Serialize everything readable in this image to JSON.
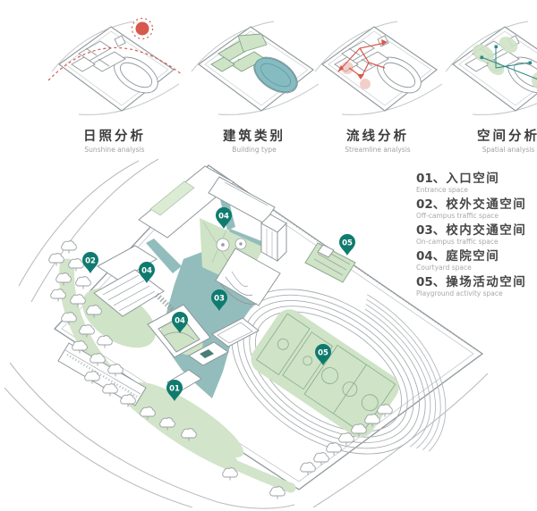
{
  "panels": [
    {
      "title_zh": "日照分析",
      "title_en": "Sunshine analysis"
    },
    {
      "title_zh": "建筑类别",
      "title_en": "Building type"
    },
    {
      "title_zh": "流线分析",
      "title_en": "Streamline analysis"
    },
    {
      "title_zh": "空间分析",
      "title_en": "Spatial analysis"
    }
  ],
  "legend": {
    "items": [
      {
        "num": "01、",
        "zh": "入口空间",
        "en": "Entrance space"
      },
      {
        "num": "02、",
        "zh": "校外交通空间",
        "en": "Off-campus traffic space"
      },
      {
        "num": "03、",
        "zh": "校内交通空间",
        "en": "On-campus traffic space"
      },
      {
        "num": "04、",
        "zh": "庭院空间",
        "en": "Courtyard space"
      },
      {
        "num": "05、",
        "zh": "操场活动空间",
        "en": "Playground activity space"
      }
    ]
  },
  "markers": {
    "m01": "01",
    "m02": "02",
    "m03": "03",
    "m04": "04",
    "m05": "05"
  },
  "colors": {
    "plaza_teal": "#93bdbc",
    "space_green": "#d2e4c9",
    "track_oval_teal": "#86bcc1",
    "pin_teal": "#0f7b6e",
    "sun_red": "#d8584d",
    "line_gray": "#8f979b",
    "text_dark": "#3d3d3d",
    "text_muted": "#a2a2a2"
  }
}
